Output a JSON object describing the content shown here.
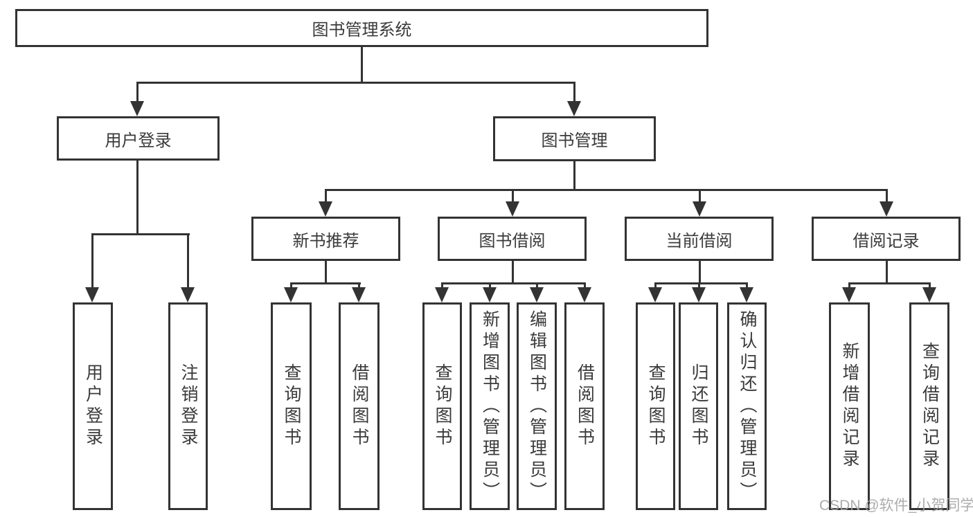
{
  "diagram": {
    "type": "function-structure-tree",
    "root": {
      "label": "图书管理系统"
    },
    "level2": [
      {
        "id": "user-login",
        "label": "用户登录",
        "parent": "root"
      },
      {
        "id": "book-management",
        "label": "图书管理",
        "parent": "root"
      }
    ],
    "level3": [
      {
        "id": "new-book-recommend",
        "label": "新书推荐",
        "parent": "book-management"
      },
      {
        "id": "book-borrow",
        "label": "图书借阅",
        "parent": "book-management"
      },
      {
        "id": "current-borrow",
        "label": "当前借阅",
        "parent": "book-management"
      },
      {
        "id": "borrow-record",
        "label": "借阅记录",
        "parent": "book-management"
      }
    ],
    "leaves": [
      {
        "label": "用户登录",
        "parent": "user-login"
      },
      {
        "label": "注销登录",
        "parent": "user-login"
      },
      {
        "label": "查询图书",
        "parent": "new-book-recommend"
      },
      {
        "label": "借阅图书",
        "parent": "new-book-recommend"
      },
      {
        "label": "查询图书",
        "parent": "book-borrow"
      },
      {
        "label": "新增图书（管理员）",
        "parent": "book-borrow"
      },
      {
        "label": "编辑图书（管理员）",
        "parent": "book-borrow"
      },
      {
        "label": "借阅图书",
        "parent": "book-borrow"
      },
      {
        "label": "查询图书",
        "parent": "current-borrow"
      },
      {
        "label": "归还图书",
        "parent": "current-borrow"
      },
      {
        "label": "确认归还（管理员）",
        "parent": "current-borrow"
      },
      {
        "label": "新增借阅记录",
        "parent": "borrow-record"
      },
      {
        "label": "查询借阅记录",
        "parent": "borrow-record"
      }
    ],
    "watermark": "CSDN @软件_小贺同学",
    "colors": {
      "line": "#333333",
      "text": "#3a3a3a",
      "background": "#ffffff",
      "watermark": "#a5a3a3"
    }
  }
}
